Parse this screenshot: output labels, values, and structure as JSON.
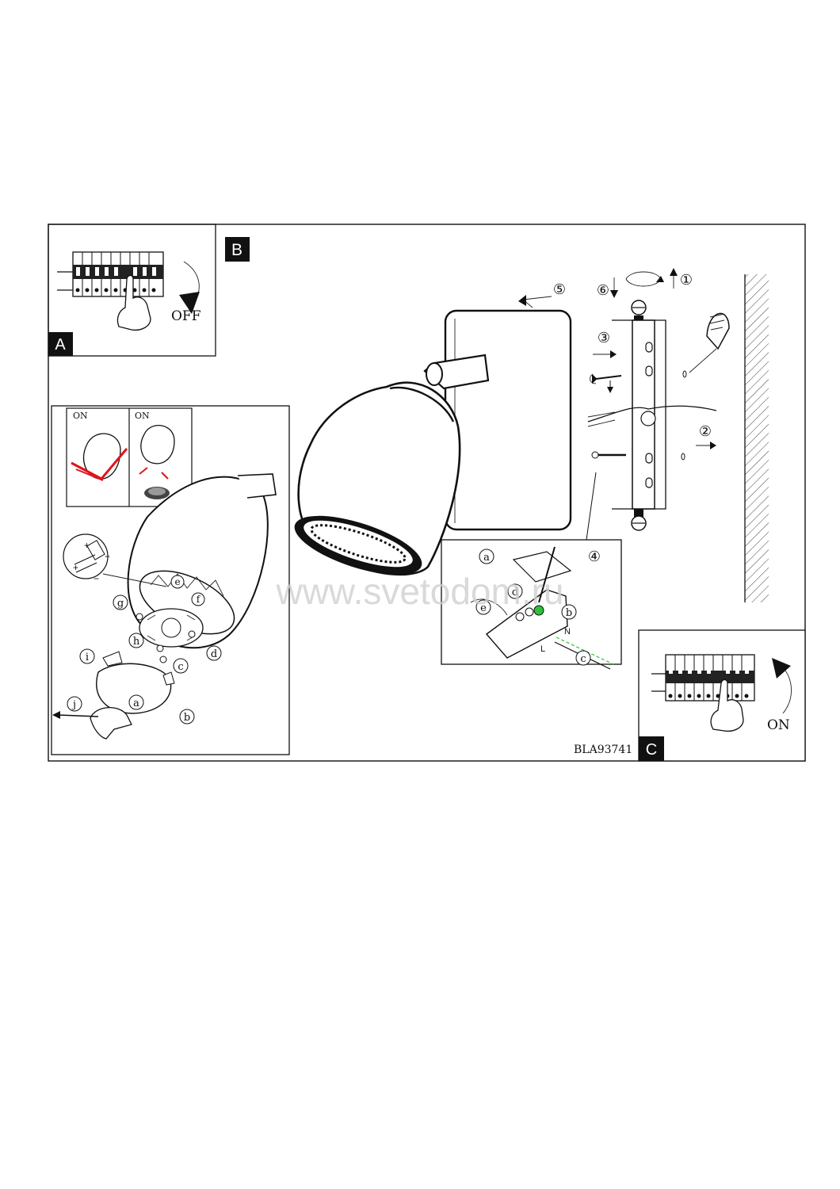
{
  "panels": {
    "a": {
      "letter": "A",
      "state_label": "OFF"
    },
    "b": {
      "letter": "B"
    },
    "c": {
      "letter": "C",
      "state_label": "ON"
    }
  },
  "lamp_detail": {
    "on_label_left": "ON",
    "on_label_right": "ON",
    "plus_1": "+",
    "minus_1": "−",
    "plus_2": "+",
    "minus_2": "−"
  },
  "step_numbers": [
    "①",
    "②",
    "③",
    "④",
    "⑤",
    "⑥"
  ],
  "callout_letters": {
    "a": "a",
    "b": "b",
    "c": "c",
    "d": "d",
    "e": "e",
    "f": "f",
    "g": "g",
    "h": "h",
    "i": "i",
    "j": "j"
  },
  "terminal_letters": {
    "l": "L",
    "n": "N"
  },
  "watermark": "www.svetodom.ru",
  "document_code": "BLA93741",
  "colors": {
    "line": "#111111",
    "correction_red": "#e0141b",
    "highlight_green": "#2fbf3a",
    "watermark": "#cfcfcf"
  }
}
